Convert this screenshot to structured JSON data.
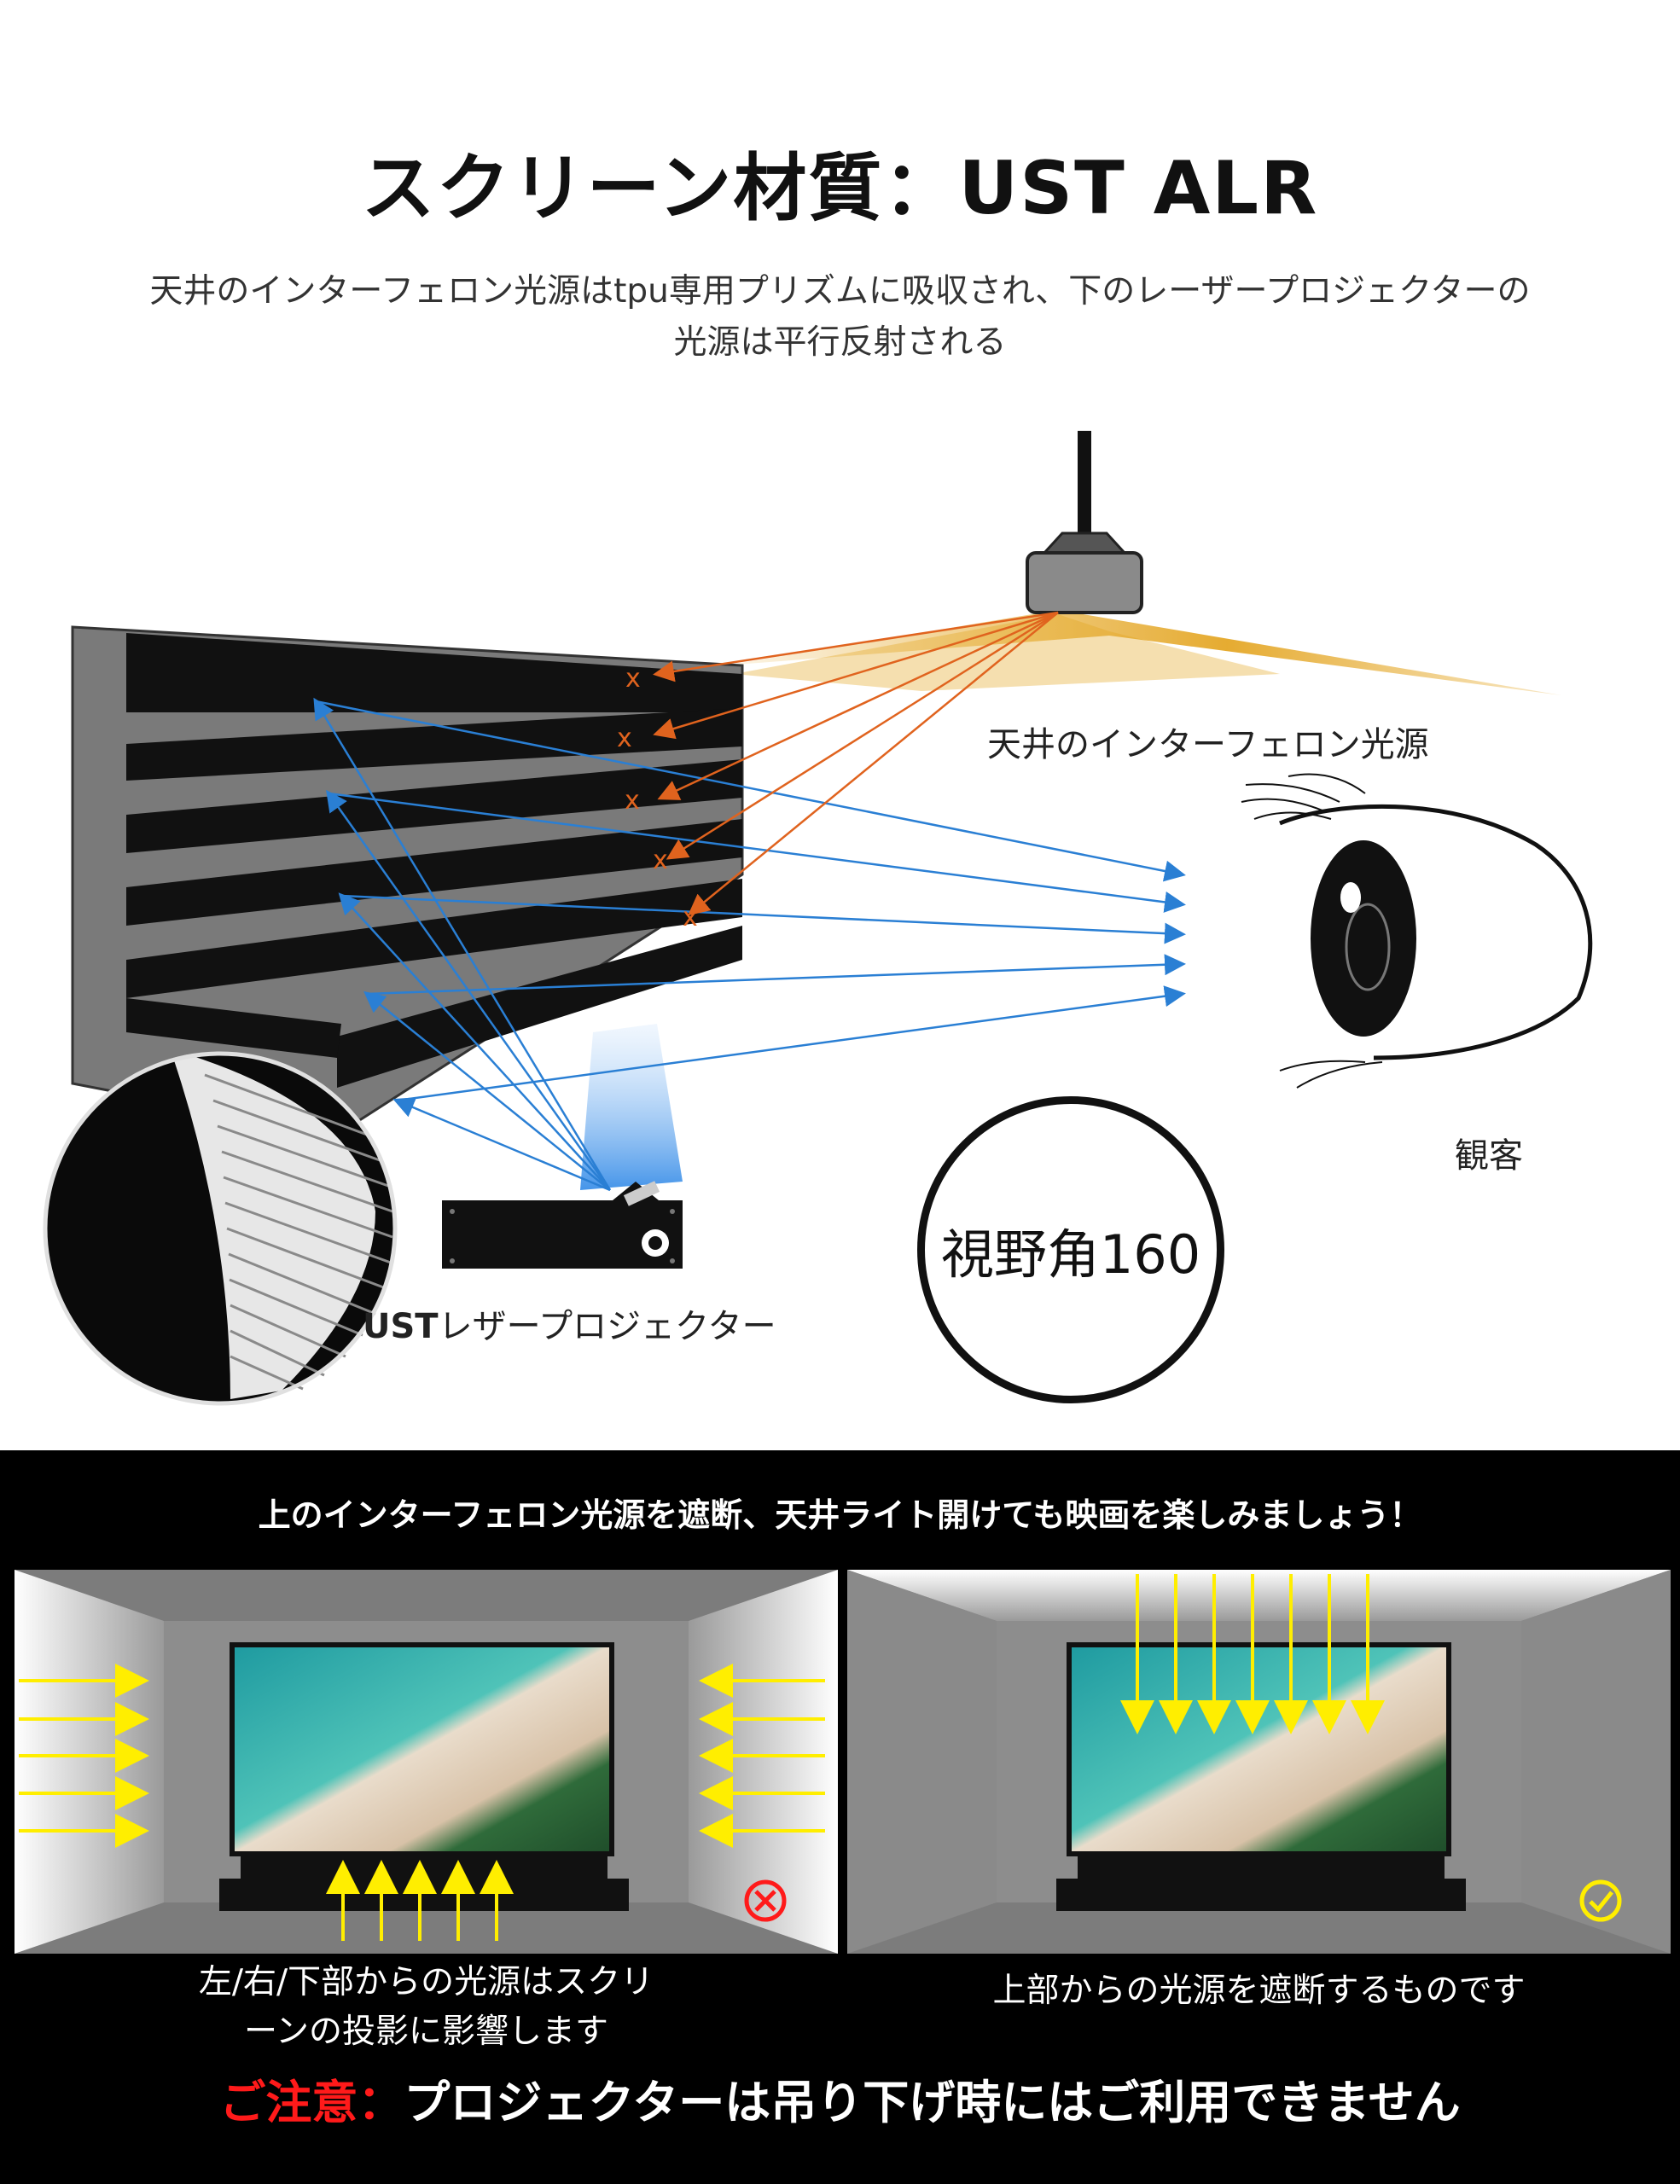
{
  "header": {
    "title": "スクリーン材質：UST ALR",
    "subtitle_line1": "天井のインターフェロン光源はtpu専用プリズムに吸収され、下のレーザープロジェクターの",
    "subtitle_line2": "光源は平行反射される"
  },
  "diagram": {
    "ceiling_light_label": "天井のインターフェロン光源",
    "viewer_label": "観客",
    "projector_label_bold": "UST",
    "projector_label_rest": "レザープロジェクター",
    "fov_label": "視野角160",
    "colors": {
      "blue_ray": "#2a7fd4",
      "orange_ray": "#e0631e",
      "ceiling_glow": "#e3a21a"
    }
  },
  "bottom": {
    "band_title": "上のインターフェロン光源を遮断、天井ライト開けても映画を楽しみましょう！",
    "left_panel": {
      "caption_line1": "左/右/下部からの光源はスクリ",
      "caption_line2": "ーンの投影に影響します",
      "status_icon": "cross-circle-icon"
    },
    "right_panel": {
      "caption": "上部からの光源を遮断するものです",
      "status_icon": "check-circle-icon"
    },
    "notice_warn": "ご注意：",
    "notice_text": "プロジェクターは吊り下げ時にはご利用できません",
    "colors": {
      "arrow": "#ffee00",
      "warn": "#ff1a1a"
    }
  }
}
